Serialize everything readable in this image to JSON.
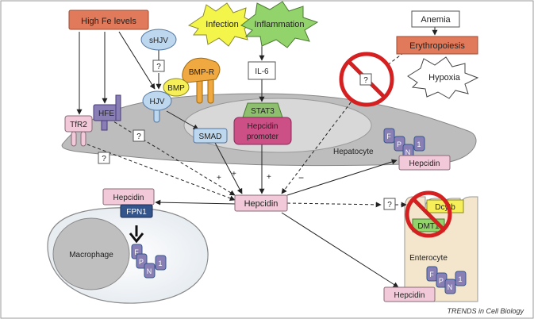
{
  "labels": {
    "high_fe": "High Fe levels",
    "infection": "Infection",
    "inflammation": "Inflammation",
    "anemia": "Anemia",
    "erythropoiesis": "Erythropoiesis",
    "hypoxia": "Hypoxia",
    "shjv": "sHJV",
    "hjv": "HJV",
    "bmp": "BMP",
    "bmpr": "BMP-R",
    "il6": "IL-6",
    "stat3": "STAT3",
    "smad": "SMAD",
    "promoter_line1": "Hepcidin",
    "promoter_line2": "promoter",
    "hepatocyte": "Hepatocyte",
    "tfr2": "TfR2",
    "hfe": "HFE",
    "hepcidin_center": "Hepcidin",
    "hepcidin_hep": "Hepcidin",
    "hepcidin_mac": "Hepcidin",
    "hepcidin_ent": "Hepcidin",
    "fpn1": "FPN1",
    "macrophage": "Macrophage",
    "enterocyte": "Enterocyte",
    "dcytb": "Dcytb",
    "dmt1": "DMT1",
    "q": "?",
    "plus": "+",
    "minus": "−",
    "fpn_f": "F",
    "fpn_p": "P",
    "fpn_n": "N",
    "fpn_1": "1",
    "credit": "TRENDS in Cell Biology"
  },
  "colors": {
    "orange_box": "#e07a5a",
    "pink_box": "#f2c9d8",
    "pink_dark": "#cc4f86",
    "purple": "#8a7fb5",
    "blue_box": "#bcd7ee",
    "yellow_star": "#f3f54a",
    "green_star": "#93d36b",
    "stat3_green": "#8dbf6f",
    "cell_grey": "#bdbdbd",
    "enterocyte_tan": "#f3e6cc",
    "no_red": "#d42020",
    "bmpr_orange": "#f0a840",
    "bmp_yellow": "#f6ef5a",
    "fpn_blue": "#33558c"
  }
}
